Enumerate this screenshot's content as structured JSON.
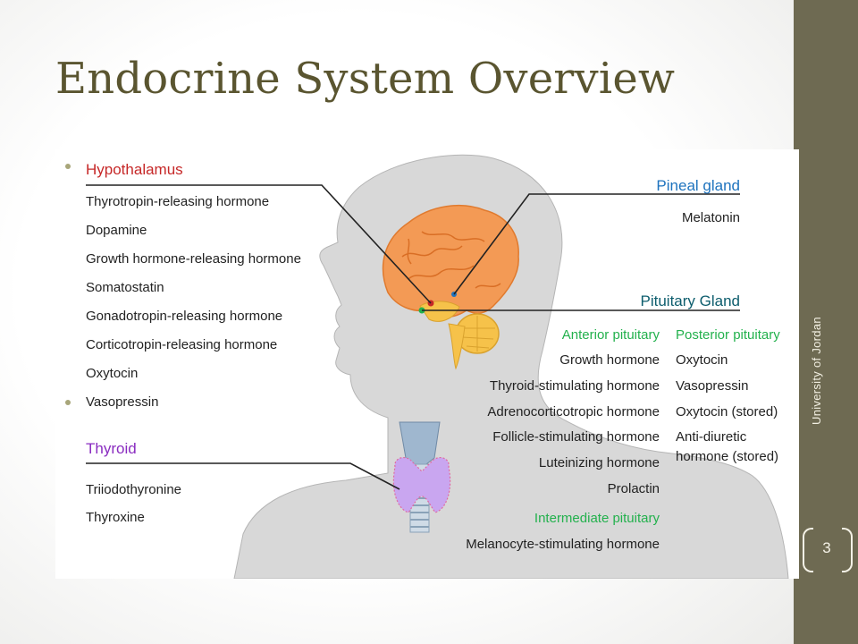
{
  "slide": {
    "title": "Endocrine System Overview",
    "side_label": "University of Jordan",
    "page_number": "3"
  },
  "diagram": {
    "hypothalamus": {
      "heading": "Hypothalamus",
      "items": [
        "Thyrotropin-releasing hormone",
        "Dopamine",
        "Growth hormone-releasing hormone",
        "Somatostatin",
        "Gonadotropin-releasing hormone",
        "Corticotropin-releasing hormone",
        "Oxytocin",
        "Vasopressin"
      ]
    },
    "thyroid": {
      "heading": "Thyroid",
      "items": [
        "Triiodothyronine",
        "Thyroxine"
      ]
    },
    "pineal": {
      "heading": "Pineal gland",
      "items": [
        "Melatonin"
      ]
    },
    "pituitary": {
      "heading": "Pituitary Gland",
      "anterior_heading": "Anterior pituitary",
      "anterior_items": [
        "Growth hormone",
        "Thyroid-stimulating hormone",
        "Adrenocorticotropic hormone",
        "Follicle-stimulating hormone",
        "Luteinizing hormone",
        "Prolactin"
      ],
      "posterior_heading": "Posterior pituitary",
      "posterior_items": [
        "Oxytocin",
        "Vasopressin",
        "Oxytocin (stored)",
        "Anti-diuretic",
        "hormone (stored)"
      ],
      "intermediate_heading": "Intermediate pituitary",
      "intermediate_items": [
        "Melanocyte-stimulating hormone"
      ]
    },
    "colors": {
      "hypothalamus": "#c62828",
      "pineal": "#1e73be",
      "pituitary": "#0d5d6d",
      "thyroid": "#8a2cc0",
      "pituitary_sub": "#23b14d",
      "silhouette": "#d8d8d8",
      "brain": "#f39a55",
      "sidebar": "#6e6a52",
      "title": "#5a5530"
    }
  }
}
